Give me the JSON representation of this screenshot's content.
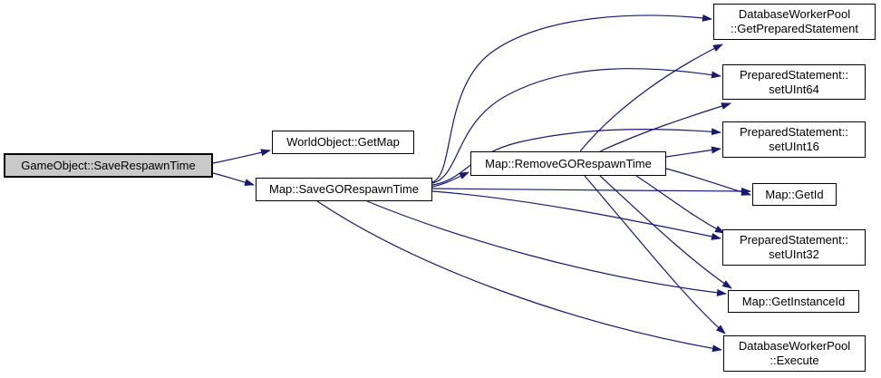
{
  "colors": {
    "edge": "#191970",
    "node_border": "#000000",
    "node_fill": "#ffffff",
    "root_fill": "#c9c9c9"
  },
  "graph": {
    "type": "call-graph",
    "nodes": [
      {
        "id": "root",
        "label": "GameObject::SaveRespawnTime"
      },
      {
        "id": "getmap",
        "label": "WorldObject::GetMap"
      },
      {
        "id": "savego",
        "label": "Map::SaveGORespawnTime"
      },
      {
        "id": "removego",
        "label": "Map::RemoveGORespawnTime"
      },
      {
        "id": "getprep",
        "label": "DatabaseWorkerPool\n::GetPreparedStatement"
      },
      {
        "id": "setuint64",
        "label": "PreparedStatement::\nsetUInt64"
      },
      {
        "id": "setuint16",
        "label": "PreparedStatement::\nsetUInt16"
      },
      {
        "id": "getid",
        "label": "Map::GetId"
      },
      {
        "id": "setuint32",
        "label": "PreparedStatement::\nsetUInt32"
      },
      {
        "id": "getinstanceid",
        "label": "Map::GetInstanceId"
      },
      {
        "id": "execute",
        "label": "DatabaseWorkerPool\n::Execute"
      }
    ],
    "edges": [
      {
        "from": "root",
        "to": "getmap"
      },
      {
        "from": "root",
        "to": "savego"
      },
      {
        "from": "savego",
        "to": "removego"
      },
      {
        "from": "savego",
        "to": "getprep"
      },
      {
        "from": "savego",
        "to": "setuint64"
      },
      {
        "from": "savego",
        "to": "setuint16"
      },
      {
        "from": "savego",
        "to": "getid"
      },
      {
        "from": "savego",
        "to": "setuint32"
      },
      {
        "from": "savego",
        "to": "getinstanceid"
      },
      {
        "from": "savego",
        "to": "execute"
      },
      {
        "from": "removego",
        "to": "getprep"
      },
      {
        "from": "removego",
        "to": "setuint64"
      },
      {
        "from": "removego",
        "to": "setuint16"
      },
      {
        "from": "removego",
        "to": "getid"
      },
      {
        "from": "removego",
        "to": "setuint32"
      },
      {
        "from": "removego",
        "to": "getinstanceid"
      },
      {
        "from": "removego",
        "to": "execute"
      }
    ]
  }
}
